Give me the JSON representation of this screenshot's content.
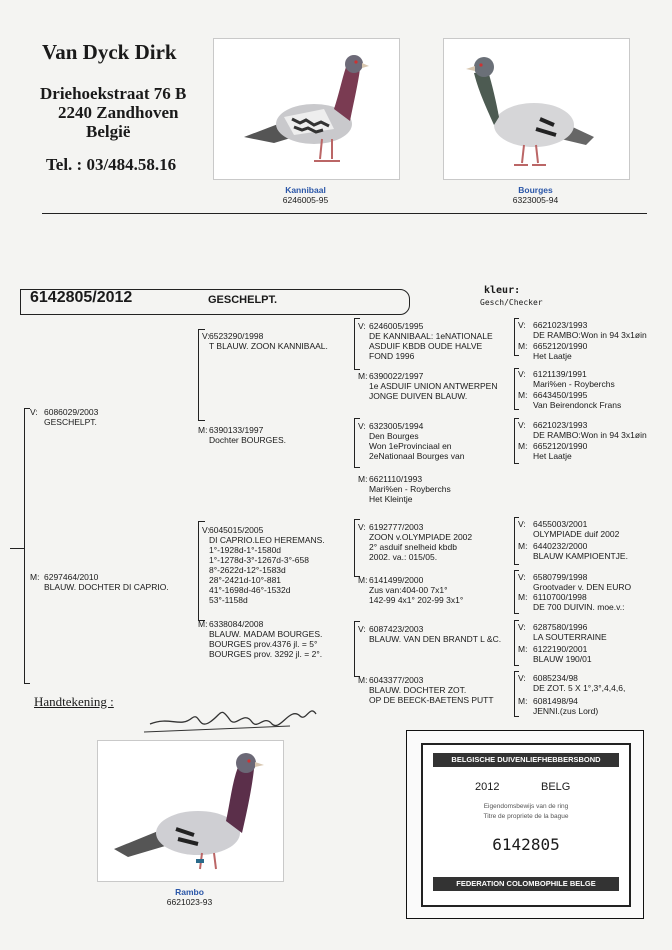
{
  "owner": {
    "name": "Van Dyck Dirk",
    "street": "Driehoekstraat 76 B",
    "city": "2240 Zandhoven",
    "country": "België",
    "tel": "Tel. : 03/484.58.16"
  },
  "photos": [
    {
      "name": "Kannibaal",
      "ring": "6246005-95"
    },
    {
      "name": "Bourges",
      "ring": "6323005-94"
    },
    {
      "name": "Rambo",
      "ring": "6621023-93"
    }
  ],
  "bird": {
    "ring": "6142805/2012",
    "type": "GESCHELPT.",
    "kleur_label": "kleur:",
    "kleur_value": "Gesch/Checker"
  },
  "pedigree": {
    "father": {
      "sex": "V:",
      "text": "6086029/2003\nGESCHELPT."
    },
    "mother": {
      "sex": "M:",
      "text": "6297464/2010\nBLAUW. DOCHTER DI CAPRIO."
    },
    "ff": {
      "sex": "V:",
      "text": "6523290/1998\nT BLAUW. ZOON KANNIBAAL."
    },
    "fm": {
      "sex": "M:",
      "text": "6390133/1997\nDochter BOURGES."
    },
    "mf": {
      "sex": "V:",
      "text": "6045015/2005\nDI CAPRIO.LEO HEREMANS.\n1°-1928d-1°-1580d\n1°-1278d-3°-1267d-3°-658\n8°-2622d-12°-1583d\n28°-2421d-10°-881\n41°-1698d-46°-1532d\n53°-1158d"
    },
    "mm": {
      "sex": "M:",
      "text": "6338084/2008\nBLAUW. MADAM BOURGES.\nBOURGES prov.4376 jl. = 5°\nBOURGES prov. 3292 jl. = 2°."
    },
    "fff": {
      "sex": "V:",
      "text": "6246005/1995\nDE KANNIBAAL: 1eNATIONALE\nASDUIF KBDB OUDE HALVE\nFOND 1996"
    },
    "ffm": {
      "sex": "M:",
      "text": "6390022/1997\n1e ASDUIF UNION ANTWERPEN\nJONGE DUIVEN BLAUW."
    },
    "fmf": {
      "sex": "V:",
      "text": "6323005/1994\nDen Bourges\nWon 1eProvinciaal en\n2eNationaal Bourges van"
    },
    "fmm": {
      "sex": "M:",
      "text": "6621110/1993\nMari%en - Royberchs\nHet Kleintje"
    },
    "mff": {
      "sex": "V:",
      "text": "6192777/2003\nZOON v.OLYMPIADE 2002\n2° asduif snelheid kbdb\n2002. va.: 015/05."
    },
    "mfm": {
      "sex": "M:",
      "text": "6141499/2000\nZus van:404-00 7x1°\n142-99 4x1° 202-99 3x1°"
    },
    "mmf": {
      "sex": "V:",
      "text": "6087423/2003\nBLAUW. VAN DEN BRANDT L &C."
    },
    "mmm": {
      "sex": "M:",
      "text": "6043377/2003\nBLAUW. DOCHTER ZOT.\nOP DE BEECK-BAETENS PUTT"
    },
    "g1": {
      "v": "6621023/1993\nDE RAMBO:Won in 94 3x1øin",
      "m": "6652120/1990\nHet Laatje"
    },
    "g2": {
      "v": "6121139/1991\nMari%en - Royberchs",
      "m": "6643450/1995\nVan Beirendonck Frans"
    },
    "g3": {
      "v": "6621023/1993\nDE RAMBO:Won in 94 3x1øin",
      "m": "6652120/1990\nHet Laatje"
    },
    "g5": {
      "v": "6455003/2001\nOLYMPIADE duif 2002",
      "m": "6440232/2000\nBLAUW KAMPIOENTJE."
    },
    "g6": {
      "v": "6580799/1998\nGrootvader v. DEN EURO",
      "m": "6110700/1998\nDE 700 DUIVIN. moe.v.:"
    },
    "g7": {
      "v": "6287580/1996\nLA SOUTERRAINE",
      "m": "6122190/2001\nBLAUW 190/01"
    },
    "g8": {
      "v": "6085234/98\nDE ZOT. 5 X 1°,3°,4,4,6,",
      "m": "6081498/94\nJENNI.(zus Lord)"
    }
  },
  "signature": {
    "label": "Handtekening :"
  },
  "certificate": {
    "org_top": "BELGISCHE DUIVENLIEFHEBBERSBOND",
    "year": "2012",
    "country": "BELG",
    "line1": "Eigendomsbewijs van de ring",
    "line2": "Titre de propriete de la bague",
    "number": "6142805",
    "org_bottom": "FEDERATION COLOMBOPHILE BELGE"
  }
}
